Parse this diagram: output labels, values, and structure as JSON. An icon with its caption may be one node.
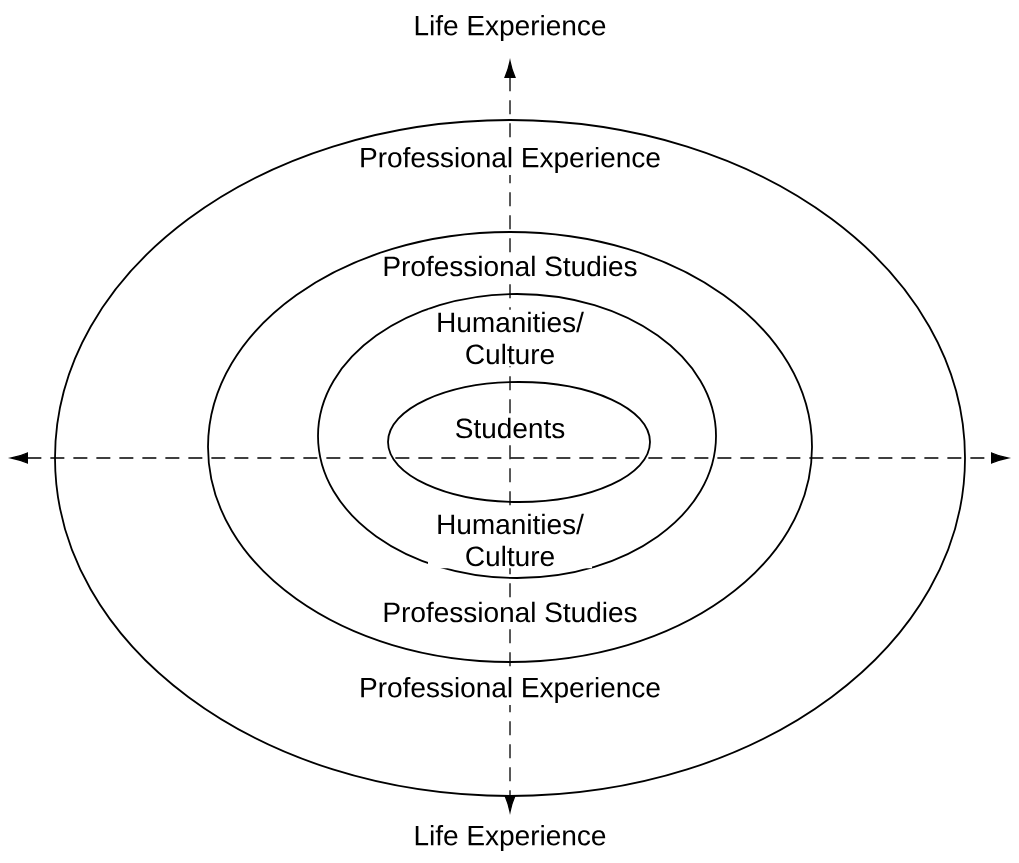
{
  "diagram": {
    "nodes": [
      {
        "text": [
          "Professional Experience",
          "Professional Experience"
        ]
      },
      {
        "text": [
          "Professional Studies",
          "Professional Studies"
        ],
        "in": 0
      },
      {
        "text": [
          "Humanities/ Culture",
          "Humanities/ Culture"
        ],
        "in": 1
      },
      {
        "text": [
          "Students"
        ],
        "in": 2
      }
    ],
    "edges": [],
    "labels": [
      "Life Experience",
      "Life Experience"
    ]
  }
}
